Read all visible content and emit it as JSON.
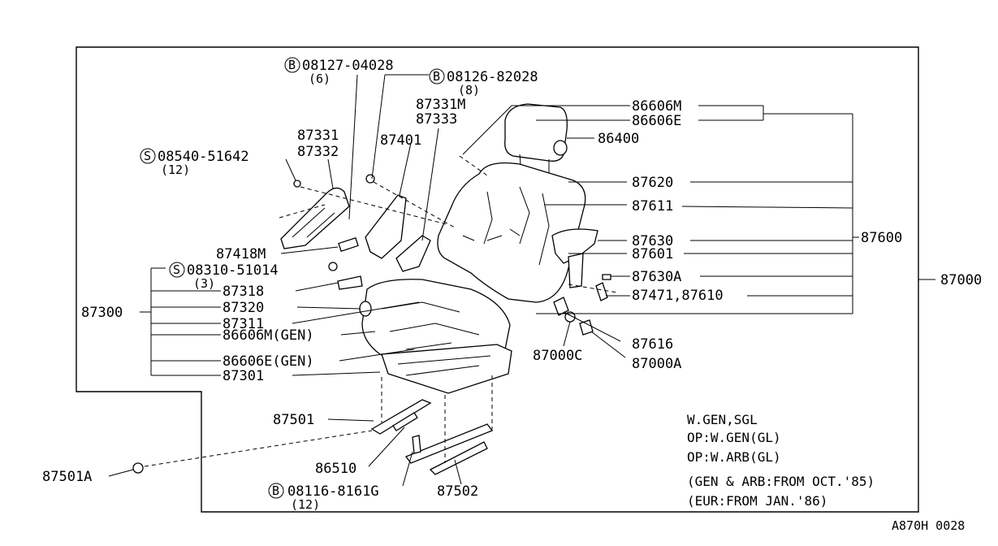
{
  "diagram_code": "A870H 0028",
  "labels": {
    "p87000": "87000",
    "p87300": "87300",
    "p87600": "87600",
    "p86606M": "86606M",
    "p86606E": "86606E",
    "p86400": "86400",
    "p87620": "87620",
    "p87611": "87611",
    "p87630": "87630",
    "p87601": "87601",
    "p87630A": "87630A",
    "p87471": "87471,87610",
    "p87616": "87616",
    "p87000A": "87000A",
    "p87000C": "87000C",
    "p87331M": "87331M",
    "p87333": "87333",
    "p87401": "87401",
    "p87331": "87331",
    "p87332": "87332",
    "p87418M": "87418M",
    "p87318": "87318",
    "p87320": "87320",
    "p87311": "87311",
    "p86606Mgen": "86606M(GEN)",
    "p86606Egen": "86606E(GEN)",
    "p87301": "87301",
    "p87501": "87501",
    "p87501A": "87501A",
    "p86510": "86510",
    "p87502": "87502"
  },
  "bolts": {
    "b1": {
      "symbol": "B",
      "code": "08127-04028",
      "qty": "(6)"
    },
    "b2": {
      "symbol": "B",
      "code": "08126-82028",
      "qty": "(8)"
    },
    "b3": {
      "symbol": "B",
      "code": "08116-8161G",
      "qty": "(12)"
    },
    "s1": {
      "symbol": "S",
      "code": "08540-51642",
      "qty": "(12)"
    },
    "s2": {
      "symbol": "S",
      "code": "08310-51014",
      "qty": "(3)"
    }
  },
  "notes": [
    "W.GEN,SGL",
    "OP:W.GEN(GL)",
    "OP:W.ARB(GL)",
    "(GEN & ARB:FROM OCT.'85)",
    "(EUR:FROM JAN.'86)"
  ]
}
